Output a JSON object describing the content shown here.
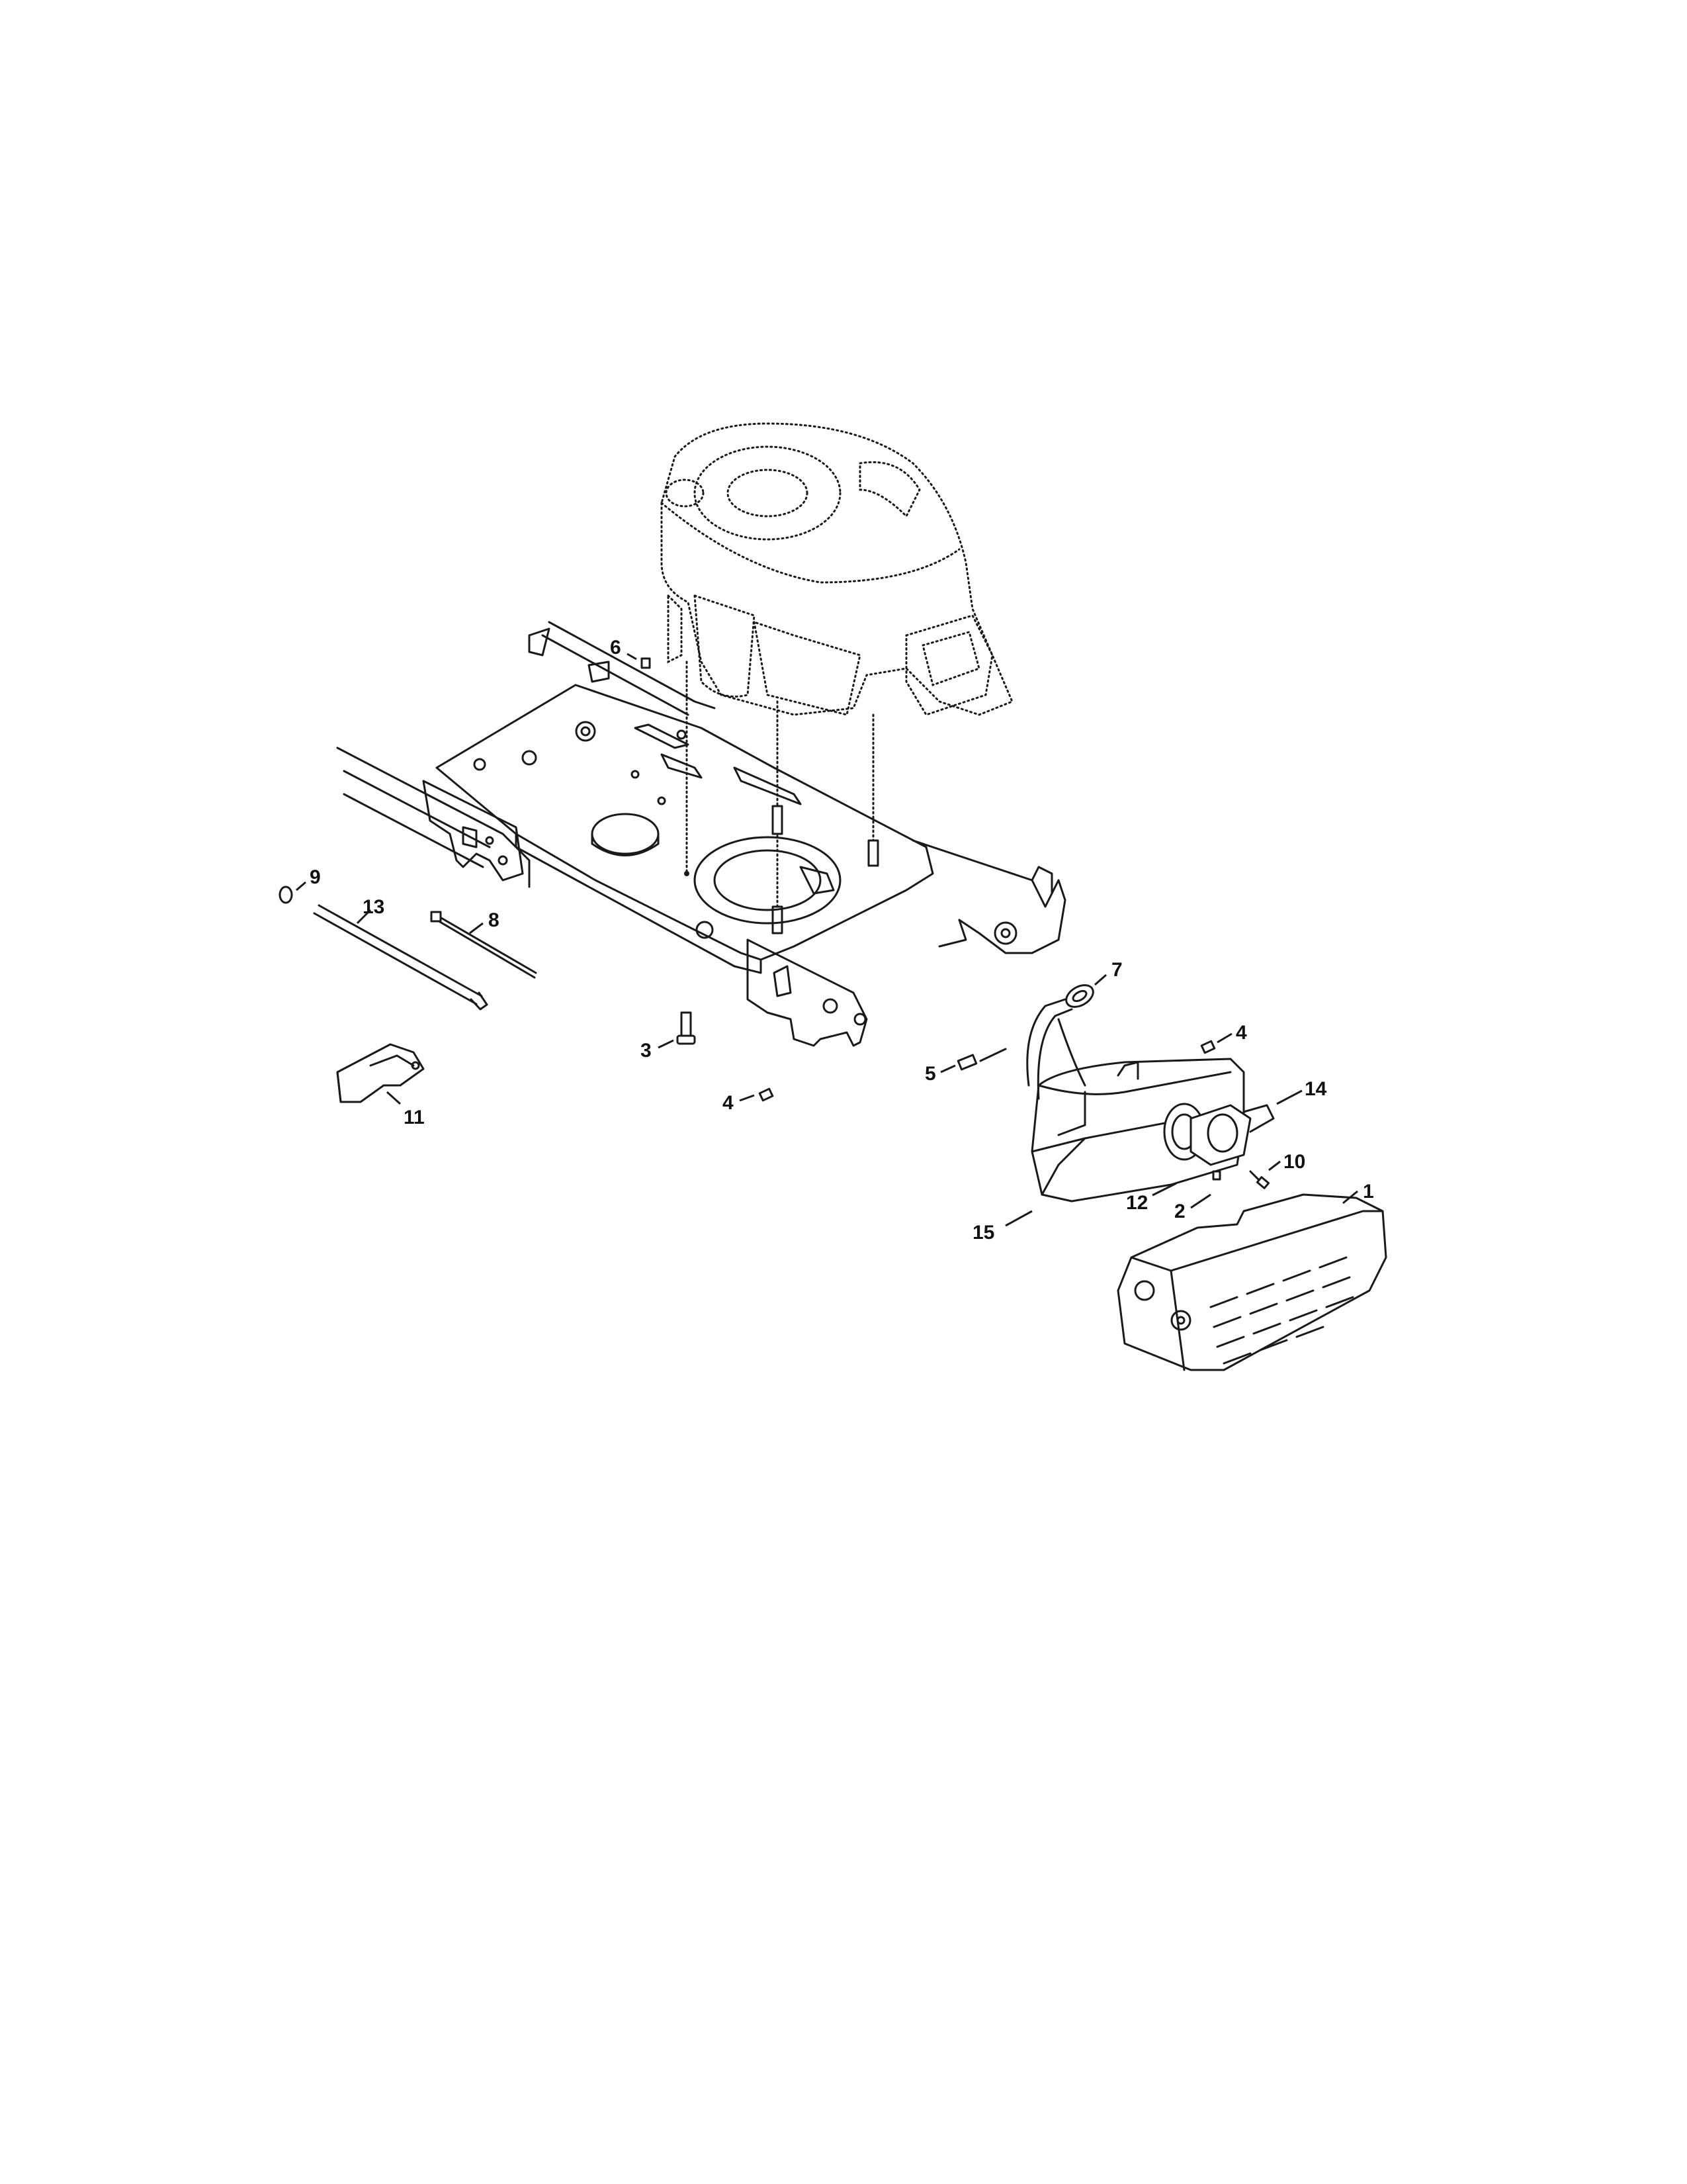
{
  "diagram": {
    "type": "exploded-parts-view",
    "callouts": [
      {
        "id": "c1",
        "label": "1"
      },
      {
        "id": "c2",
        "label": "2"
      },
      {
        "id": "c3",
        "label": "3"
      },
      {
        "id": "c4a",
        "label": "4"
      },
      {
        "id": "c4b",
        "label": "4"
      },
      {
        "id": "c5",
        "label": "5"
      },
      {
        "id": "c6",
        "label": "6"
      },
      {
        "id": "c7",
        "label": "7"
      },
      {
        "id": "c8",
        "label": "8"
      },
      {
        "id": "c9",
        "label": "9"
      },
      {
        "id": "c10",
        "label": "10"
      },
      {
        "id": "c11",
        "label": "11"
      },
      {
        "id": "c12",
        "label": "12"
      },
      {
        "id": "c13",
        "label": "13"
      },
      {
        "id": "c14",
        "label": "14"
      },
      {
        "id": "c15",
        "label": "15"
      }
    ]
  }
}
